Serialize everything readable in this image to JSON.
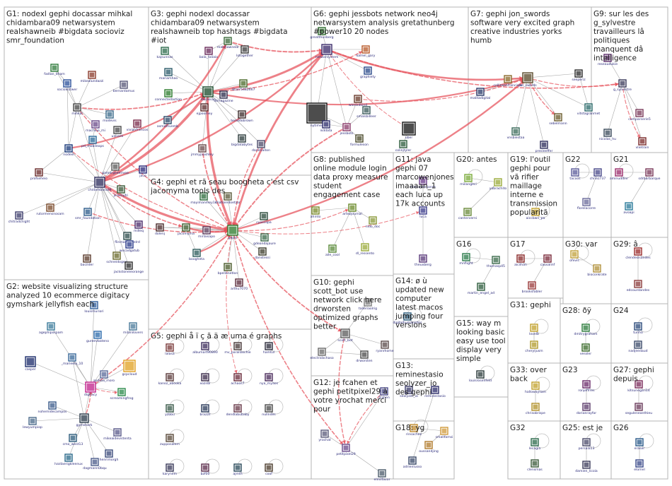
{
  "groups": [
    {
      "id": "G1",
      "text": "G1: nodexl gephi docassar mihkal chidambara09 netwarsystem realshawneib #bigdata socioviz smr_foundation"
    },
    {
      "id": "G2",
      "text": "G2: website visualizing structure analyzed 10 ecommerce digitacy gymshark jellyfish each"
    },
    {
      "id": "G3",
      "text": "G3: gephi nodexl docassar chidambara09 netwarsystem realshawneib top hashtags #bigdata #iot"
    },
    {
      "id": "G4",
      "text": "G4: gephi et rã seau boogheta c'est csv jacomyma tools des"
    },
    {
      "id": "G5",
      "text": "G5: gephi å ï ç ã ä æ uma é graphs"
    },
    {
      "id": "G6",
      "text": "G6: gephi jessbots network neo4j netwarsystem analysis gretathunberg #power10 20 nodes"
    },
    {
      "id": "G7",
      "text": "G7: gephi jon_swords software very excited graph creative industries yorks humb"
    },
    {
      "id": "G8",
      "text": "G8: published online module login data proxy measure student engagement case"
    },
    {
      "id": "G9",
      "text": "G9: sur les des g_sylvestre travailleurs lâ politiques manquent dâ intelligence"
    },
    {
      "id": "G10",
      "text": "G10: gephi scott_bot use network click here drworsten optimized graphs better"
    },
    {
      "id": "G11",
      "text": "G11: java gephi 07 marcowenjones imaaaan_1 each luca up 17k accounts"
    },
    {
      "id": "G12",
      "text": "G12: je fcahen et gephi petitpixel29 à votre yrochat merci pour"
    },
    {
      "id": "G13",
      "text": "G13: reminestasio seolyzer_io des gephi"
    },
    {
      "id": "G14",
      "text": "G14: ø ù updated new computer latest macos jumping four versions"
    },
    {
      "id": "G15",
      "text": "G15: way m looking basic easy use tool display very simple"
    },
    {
      "id": "G16",
      "text": "G16"
    },
    {
      "id": "G17",
      "text": "G17"
    },
    {
      "id": "G18",
      "text": "G18: yg"
    },
    {
      "id": "G19",
      "text": "G19: l'outil gephi pour vã rifier maillage interne e transmission popularitã"
    },
    {
      "id": "G20",
      "text": "G20: antes"
    },
    {
      "id": "G21",
      "text": "G21"
    },
    {
      "id": "G22",
      "text": "G22"
    },
    {
      "id": "G23",
      "text": "G23"
    },
    {
      "id": "G24",
      "text": "G24"
    },
    {
      "id": "G25",
      "text": "G25: est je"
    },
    {
      "id": "G26",
      "text": "G26"
    },
    {
      "id": "G27",
      "text": "G27: gephi depuis"
    },
    {
      "id": "G28",
      "text": "G28: ðÿ"
    },
    {
      "id": "G29",
      "text": "G29: â"
    },
    {
      "id": "G30",
      "text": "G30: var"
    },
    {
      "id": "G31",
      "text": "G31: gephi"
    },
    {
      "id": "G32",
      "text": "G32"
    },
    {
      "id": "G33",
      "text": "G33: over back"
    }
  ],
  "vertices": [
    {
      "id": "fadlan",
      "label": "fadlan_kham",
      "color": "#2d7a3a"
    },
    {
      "id": "socioviz",
      "label": "socioviztwer",
      "color": "#2a4f9a"
    },
    {
      "id": "mikealunda",
      "label": "mikealundazzi",
      "color": "#8a3a2a"
    },
    {
      "id": "bernardamus",
      "label": "bernardamus",
      "color": "#555577"
    },
    {
      "id": "mihkal",
      "label": "mihkal",
      "color": "#444444"
    },
    {
      "id": "mondevis",
      "label": "modevis",
      "color": "#3a6a8a"
    },
    {
      "id": "machine_mi",
      "label": "machine_mi",
      "color": "#6a4a8a"
    },
    {
      "id": "vivianfrancos",
      "label": "vivianfrancos",
      "color": "#7a2a4a"
    },
    {
      "id": "uncemi",
      "label": "uncemi",
      "color": "#4a4a4a"
    },
    {
      "id": "pd_mobileaps",
      "label": "pd_mobileaps",
      "color": "#2a6a9a"
    },
    {
      "id": "nodexl",
      "label": "nodexl",
      "color": "#1a3a7a"
    },
    {
      "id": "gamargeeelrvea",
      "label": "gamargeeelrvea",
      "color": "#5a5a5a"
    },
    {
      "id": "chidambara09",
      "label": "chidambara09",
      "color": "#2a2a5a"
    },
    {
      "id": "profsehero",
      "label": "profseheio",
      "color": "#6a2a2a"
    },
    {
      "id": "jeremyfri",
      "label": "jeremyfri",
      "color": "#3a5a3a"
    },
    {
      "id": "jaco",
      "label": "jaco",
      "color": "#2a2a7a"
    },
    {
      "id": "rutormensnosam",
      "label": "rutormensnosam",
      "color": "#7a4a2a"
    },
    {
      "id": "chitradchtght",
      "label": "chitradchight",
      "color": "#3a3a6a"
    },
    {
      "id": "smr_foundation",
      "label": "smr_foundation",
      "color": "#2a5a8a"
    },
    {
      "id": "milleq",
      "label": "milleq",
      "color": "#4a2a6a"
    },
    {
      "id": "flinmasglonelrd",
      "label": "flinmasglonelrd",
      "color": "#2a4a4a"
    },
    {
      "id": "bacilder",
      "label": "bacilder",
      "color": "#5a3a2a"
    },
    {
      "id": "wocadgatub",
      "label": "wocadgatub",
      "color": "#2a3a8a"
    },
    {
      "id": "schneidogee",
      "label": "schneidogee",
      "color": "#6a6a2a"
    },
    {
      "id": "jackstoneieorange",
      "label": "jackstoneieorange",
      "color": "#2a2a2a"
    },
    {
      "id": "realshawneib",
      "label": "realshawneib",
      "color": "#3a6a3a"
    },
    {
      "id": "kajsunnas",
      "label": "kajsunnas",
      "color": "#2a6a4a"
    },
    {
      "id": "bala_taliaio",
      "label": "bala_taliaio",
      "color": "#6a2a5a"
    },
    {
      "id": "lotogether",
      "label": "lotogether",
      "color": "#3a3a3a"
    },
    {
      "id": "mariamhao",
      "label": "mariamhao",
      "color": "#2a5a6a"
    },
    {
      "id": "docassar",
      "label": "docassar",
      "color": "#1a4a2a"
    },
    {
      "id": "connectedaction",
      "label": "connectedaction",
      "color": "#2a7a2a"
    },
    {
      "id": "ejpoomey",
      "label": "ejpoomey",
      "color": "#5a2a2a"
    },
    {
      "id": "dtmagazine",
      "label": "dtmagazine",
      "color": "#2a2a4a"
    },
    {
      "id": "liltal75482667",
      "label": "liltal75482667",
      "color": "#4a6a2a"
    },
    {
      "id": "asmothvemb",
      "label": "asmothvemb",
      "color": "#2a4a6a"
    },
    {
      "id": "jmmyjaashley",
      "label": "jmmyjaashley",
      "color": "#6a4a4a"
    },
    {
      "id": "benddobrown",
      "label": "benddobrown",
      "color": "#3a2a2a"
    },
    {
      "id": "danimaiton",
      "label": "danimaiton",
      "color": "#4a4a6a"
    },
    {
      "id": "bigdatabytes",
      "label": "bigdatabytes",
      "color": "#2a3a3a"
    },
    {
      "id": "netwarsystem",
      "label": "netwarsystem",
      "color": "#3a2a6a"
    },
    {
      "id": "kamel_gary",
      "label": "kamel_gary",
      "color": "#b85a2a"
    },
    {
      "id": "greatthunberg",
      "label": "greatthunberg",
      "color": "#2a6a2a"
    },
    {
      "id": "graphiety",
      "label": "graphiety",
      "color": "#2a4a8a"
    },
    {
      "id": "nytimes",
      "label": "nytimes",
      "color": "#111111"
    },
    {
      "id": "wienedkind",
      "label": "wienedkind",
      "color": "#6a3a2a"
    },
    {
      "id": "smalsbilleer",
      "label": "smalsbilleer",
      "color": "#3a5a5a"
    },
    {
      "id": "isddata",
      "label": "isddata",
      "color": "#2a2a6a"
    },
    {
      "id": "jessbots",
      "label": "jessbots",
      "color": "#8a3a6a"
    },
    {
      "id": "uber",
      "label": "uber",
      "color": "#111111"
    },
    {
      "id": "formuleson",
      "label": "formuleson",
      "color": "#4a4a2a"
    },
    {
      "id": "colinjtyler",
      "label": "colinjtyler",
      "color": "#2a5a3a"
    },
    {
      "id": "jon_swords",
      "label": "jon_swords",
      "color": "#5a4a2a"
    },
    {
      "id": "collinsanfrancisco",
      "label": "collinsanfrancisco",
      "color": "#8a6a2a"
    },
    {
      "id": "malitadigital",
      "label": "malitadigital",
      "color": "#2a3a6a"
    },
    {
      "id": "g_sylvestre",
      "label": "g_sylvestre",
      "color": "#3a3a5a"
    },
    {
      "id": "seeperiz",
      "label": "seeperiz",
      "color": "#2a2a2a"
    },
    {
      "id": "reseaudukie",
      "label": "reseaudukie",
      "color": "#5a2a6a"
    },
    {
      "id": "vitstagranmet",
      "label": "vitstagranmet",
      "color": "#2a6a6a"
    },
    {
      "id": "sebelmann",
      "label": "sebelmann",
      "color": "#6a5a2a"
    },
    {
      "id": "vnsbiestaa",
      "label": "vnsbiestaa",
      "color": "#3a6a5a"
    },
    {
      "id": "presleeffer",
      "label": "presleeffer",
      "color": "#2a2a5a"
    },
    {
      "id": "comparseries",
      "label": "comparserie5",
      "color": "#7a3a5a"
    },
    {
      "id": "nicolas_hu",
      "label": "nicolas_hu",
      "color": "#3a4a5a"
    },
    {
      "id": "vlietrain",
      "label": "vlietrain",
      "color": "#7a2a2a"
    },
    {
      "id": "mayimanmey14",
      "label": "mayimanmey14",
      "color": "#2a6a3a"
    },
    {
      "id": "chatsendoetzor",
      "label": "chatsendoetzor",
      "color": "#5a5a3a"
    },
    {
      "id": "jacomyma",
      "label": "jacomyma",
      "color": "#3a5a2a"
    },
    {
      "id": "gephi",
      "label": "gephi",
      "color": "#2a7a2a"
    },
    {
      "id": "dolenj",
      "label": "dolenj",
      "color": "#4a2a2a"
    },
    {
      "id": "mirlaisapo",
      "label": "mirlaisapo",
      "color": "#5a3a5a"
    },
    {
      "id": "cyoscopa",
      "label": "cyoscopa",
      "color": "#2a4a3a"
    },
    {
      "id": "gdeandajaure",
      "label": "gdeandajaure",
      "color": "#3a6a4a"
    },
    {
      "id": "boogheta",
      "label": "boogheta",
      "color": "#2a5a5a"
    },
    {
      "id": "bpellanetlon",
      "label": "bpellanetlon",
      "color": "#4a5a2a"
    },
    {
      "id": "arthu7070",
      "label": "arthu7070",
      "color": "#5a2a3a"
    },
    {
      "id": "danstessi",
      "label": "danstessi",
      "color": "#3a3a2a"
    },
    {
      "id": "lalasa",
      "label": "lalasa",
      "color": "#7a3a3a"
    },
    {
      "id": "albumart",
      "label": "albumart90890",
      "color": "#3a2a5a"
    },
    {
      "id": "mv_parallaschie",
      "label": "mv_parallaschie",
      "color": "#4a3a3a"
    },
    {
      "id": "hamtul",
      "label": "hamtul",
      "color": "#2a2a3a"
    },
    {
      "id": "kanoz",
      "label": "kanoz_abooka",
      "color": "#5a3a3a"
    },
    {
      "id": "xoznbi",
      "label": "xoznbi",
      "color": "#3a2a4a"
    },
    {
      "id": "achaos7",
      "label": "achaos7",
      "color": "#6a2a3a"
    },
    {
      "id": "nya_myaos",
      "label": "nya_myaos",
      "color": "#4a2a5a"
    },
    {
      "id": "yzbbu",
      "label": "yzbbu",
      "color": "#3a5a4a"
    },
    {
      "id": "zupposalem",
      "label": "zupposalem",
      "color": "#5a4a3a"
    },
    {
      "id": "brazzil",
      "label": "brazzil",
      "color": "#2a3a5a"
    },
    {
      "id": "dendlabubaby",
      "label": "dendlabubaby",
      "color": "#6a3a4a"
    },
    {
      "id": "nullndes",
      "label": "nullndes",
      "color": "#4a4a4a"
    },
    {
      "id": "karynem",
      "label": "karynem",
      "color": "#3a3a5a"
    },
    {
      "id": "bzf00",
      "label": "bzf00",
      "color": "#5a2a4a"
    },
    {
      "id": "ajmth",
      "label": "ajmth",
      "color": "#2a4a5a"
    },
    {
      "id": "coof",
      "label": "coof",
      "color": "#4a3a2a"
    },
    {
      "id": "louismuriori",
      "label": "louismuriori",
      "color": "#2a5a9a"
    },
    {
      "id": "agephipospam",
      "label": "agephipospam",
      "color": "#3a7a9a"
    },
    {
      "id": "gureevbateno",
      "label": "gureevbateno",
      "color": "#2a6aaa"
    },
    {
      "id": "milanilovers",
      "label": "milanilovers",
      "color": "#4a7a9a"
    },
    {
      "id": "casper",
      "label": "casper",
      "color": "#1a2a6a"
    },
    {
      "id": "_marieela_10",
      "label": "_marieela_10",
      "color": "#3a6a9a"
    },
    {
      "id": "gcpcloud",
      "label": "gcpcloud",
      "color": "#e0a020"
    },
    {
      "id": "andrea_moro",
      "label": "andrea_moro",
      "color": "#5a6a9a"
    },
    {
      "id": "digitacy",
      "label": "digitacy",
      "color": "#c0208a"
    },
    {
      "id": "screamingfrog",
      "label": "screamingfrog",
      "color": "#2a8a4a"
    },
    {
      "id": "nohemidecampos",
      "label": "nohemidecampos",
      "color": "#3a5a8a"
    },
    {
      "id": "gymshark",
      "label": "gymshark",
      "color": "#2a3a4a"
    },
    {
      "id": "lewyumpiop",
      "label": "lewyumpiop",
      "color": "#4a6a8a"
    },
    {
      "id": "cmo_west13",
      "label": "cmo_west13",
      "color": "#2a5a7a"
    },
    {
      "id": "mikeaidevistenta",
      "label": "mikeaidevistenta",
      "color": "#5a5a8a"
    },
    {
      "id": "henrimorgh",
      "label": "henrimorgh",
      "color": "#3a4a7a"
    },
    {
      "id": "haidaer",
      "label": "haidaerigkleenux",
      "color": "#2a6a8a"
    },
    {
      "id": "dagmannqu",
      "label": "dagmann0bqu",
      "color": "#4a5a8a"
    },
    {
      "id": "ahinto",
      "label": "ahinto",
      "color": "#7a8a2a"
    },
    {
      "id": "artezjournal",
      "label": "artezjournal",
      "color": "#6a8a2a"
    },
    {
      "id": "nido_doc",
      "label": "nido_doc",
      "color": "#8a9a3a"
    },
    {
      "id": "aile_cool",
      "label": "aile_cool",
      "color": "#5a8a3a"
    },
    {
      "id": "dl_ressento",
      "label": "dl_ressento",
      "color": "#9aaa3a"
    },
    {
      "id": "scott_bot",
      "label": "scott_bot",
      "color": "#5a5a5a"
    },
    {
      "id": "electricbchaso",
      "label": "electricbchaso",
      "color": "#6a6a6a"
    },
    {
      "id": "drworsten",
      "label": "drworsten",
      "color": "#4a4a4a"
    },
    {
      "id": "ryanrhome",
      "label": "ryanrhome",
      "color": "#5a4a4a"
    },
    {
      "id": "talleria",
      "label": "talleriaolrig",
      "color": "#7a7a7a"
    },
    {
      "id": "marcowenjones",
      "label": "marcowenjones",
      "color": "#6a3a8a"
    },
    {
      "id": "luca",
      "label": "luca",
      "color": "#3a3a8a"
    },
    {
      "id": "theuxberg",
      "label": "theuxberg",
      "color": "#5a3a7a"
    },
    {
      "id": "digitalhumanistes",
      "label": "digitalhumanistes",
      "color": "#2a5a7a"
    },
    {
      "id": "fcahen",
      "label": "fcahen",
      "color": "#4a4a8a"
    },
    {
      "id": "seolyzer_io",
      "label": "seolyzer_io",
      "color": "#3a3a6a"
    },
    {
      "id": "reminestasio",
      "label": "reminestasio",
      "color": "#2a2a6a"
    },
    {
      "id": "yrochat",
      "label": "yrochat",
      "color": "#5a5a7a"
    },
    {
      "id": "petitpixel29",
      "label": "petitpixel29",
      "color": "#6a4a8a"
    },
    {
      "id": "adrienlusso",
      "label": "adrienlusso",
      "color": "#3a4a6a"
    },
    {
      "id": "elmilfavor",
      "label": "elmilfavor",
      "color": "#4a5a6a"
    },
    {
      "id": "miilangeci",
      "label": "miilangeci",
      "color": "#7aaa3a"
    },
    {
      "id": "yobrachito",
      "label": "yobrachito",
      "color": "#9aaa3a"
    },
    {
      "id": "canterverni",
      "label": "canterverni",
      "color": "#6a8a3a"
    },
    {
      "id": "mnflight",
      "label": "mnflight",
      "color": "#2a7a4a"
    },
    {
      "id": "thomasp45",
      "label": "thomasp45",
      "color": "#3a6a4a"
    },
    {
      "id": "martin_engel",
      "label": "martin_engel_ad",
      "color": "#2a5a3a"
    },
    {
      "id": "louisrosenfeld",
      "label": "louisrosenfeld",
      "color": "#2a3a3a"
    },
    {
      "id": "rinsachos",
      "label": "rinsachos",
      "color": "#c08a2a"
    },
    {
      "id": "smallfamsi",
      "label": "smallfamsi",
      "color": "#d09a3a"
    },
    {
      "id": "oussanding",
      "label": "oussandjing",
      "color": "#b07a2a"
    },
    {
      "id": "aiccbwn_pa",
      "label": "aiccbwn_pa",
      "color": "#c0a02a"
    },
    {
      "id": "tacoos",
      "label": "tacoos",
      "color": "#5a5a9a"
    },
    {
      "id": "chriez737",
      "label": "chriez737",
      "color": "#4a4a8a"
    },
    {
      "id": "florelacorre",
      "label": "florelacorre",
      "color": "#6a6a9a"
    },
    {
      "id": "aminuddinr",
      "label": "aminuddinr",
      "color": "#9a2a6a"
    },
    {
      "id": "sdrbarbarque",
      "label": "sdrbarbarque",
      "color": "#7a3a5a"
    },
    {
      "id": "avoapi",
      "label": "avoapi",
      "color": "#2a7a9a"
    },
    {
      "id": "aicilhan",
      "label": "aicilhan",
      "color": "#8a2a2a"
    },
    {
      "id": "causalinf",
      "label": "causalinf",
      "color": "#7a2a3a"
    },
    {
      "id": "brooksfabler",
      "label": "brooksfabler",
      "color": "#9a3a3a"
    },
    {
      "id": "ofevis",
      "label": "ofevis",
      "color": "#c0a03a"
    },
    {
      "id": "bioconkrate",
      "label": "bioconkrate",
      "color": "#b0903a"
    },
    {
      "id": "clendesisandes",
      "label": "clendesisandes",
      "color": "#9a2a2a"
    },
    {
      "id": "edcountandes",
      "label": "edcountandes",
      "color": "#8a3a3a"
    },
    {
      "id": "lovelb",
      "label": "lovelb",
      "color": "#c0a02a"
    },
    {
      "id": "cheryljusm",
      "label": "cheryljusm",
      "color": "#b09a2a"
    },
    {
      "id": "dmitrygraham",
      "label": "dmitrygraham",
      "color": "#2a7a3a"
    },
    {
      "id": "vessler",
      "label": "vessler",
      "color": "#3a6a2a"
    },
    {
      "id": "turiho",
      "label": "turiho",
      "color": "#2a4a7a"
    },
    {
      "id": "nadjeedaud",
      "label": "nadjeedaud",
      "color": "#3a4a6a"
    },
    {
      "id": "hallowaysam",
      "label": "hallowaysam",
      "color": "#c0a02a"
    },
    {
      "id": "chrisobrispe",
      "label": "chrisobrispe",
      "color": "#b0902a"
    },
    {
      "id": "ronjeffries",
      "label": "ronjeffries",
      "color": "#6a2a6a"
    },
    {
      "id": "dorianrayfor",
      "label": "dorianrayfor",
      "color": "#5a3a6a"
    },
    {
      "id": "kitsunegari14",
      "label": "kitsunegari14",
      "color": "#7a2a5a"
    },
    {
      "id": "seguleneanthieu",
      "label": "seguleneanthieu",
      "color": "#6a3a5a"
    },
    {
      "id": "lecagia",
      "label": "lecagia",
      "color": "#2a6a4a"
    },
    {
      "id": "clensmas",
      "label": "clensmas",
      "color": "#3a5a3a"
    },
    {
      "id": "persala13",
      "label": "persala13",
      "color": "#4a4a6a"
    },
    {
      "id": "damien_licoia",
      "label": "damien_licoia",
      "color": "#3a3a5a"
    },
    {
      "id": "eraser",
      "label": "eraser",
      "color": "#2a5a8a"
    },
    {
      "id": "elomel",
      "label": "elomel",
      "color": "#3a4a8a"
    }
  ]
}
